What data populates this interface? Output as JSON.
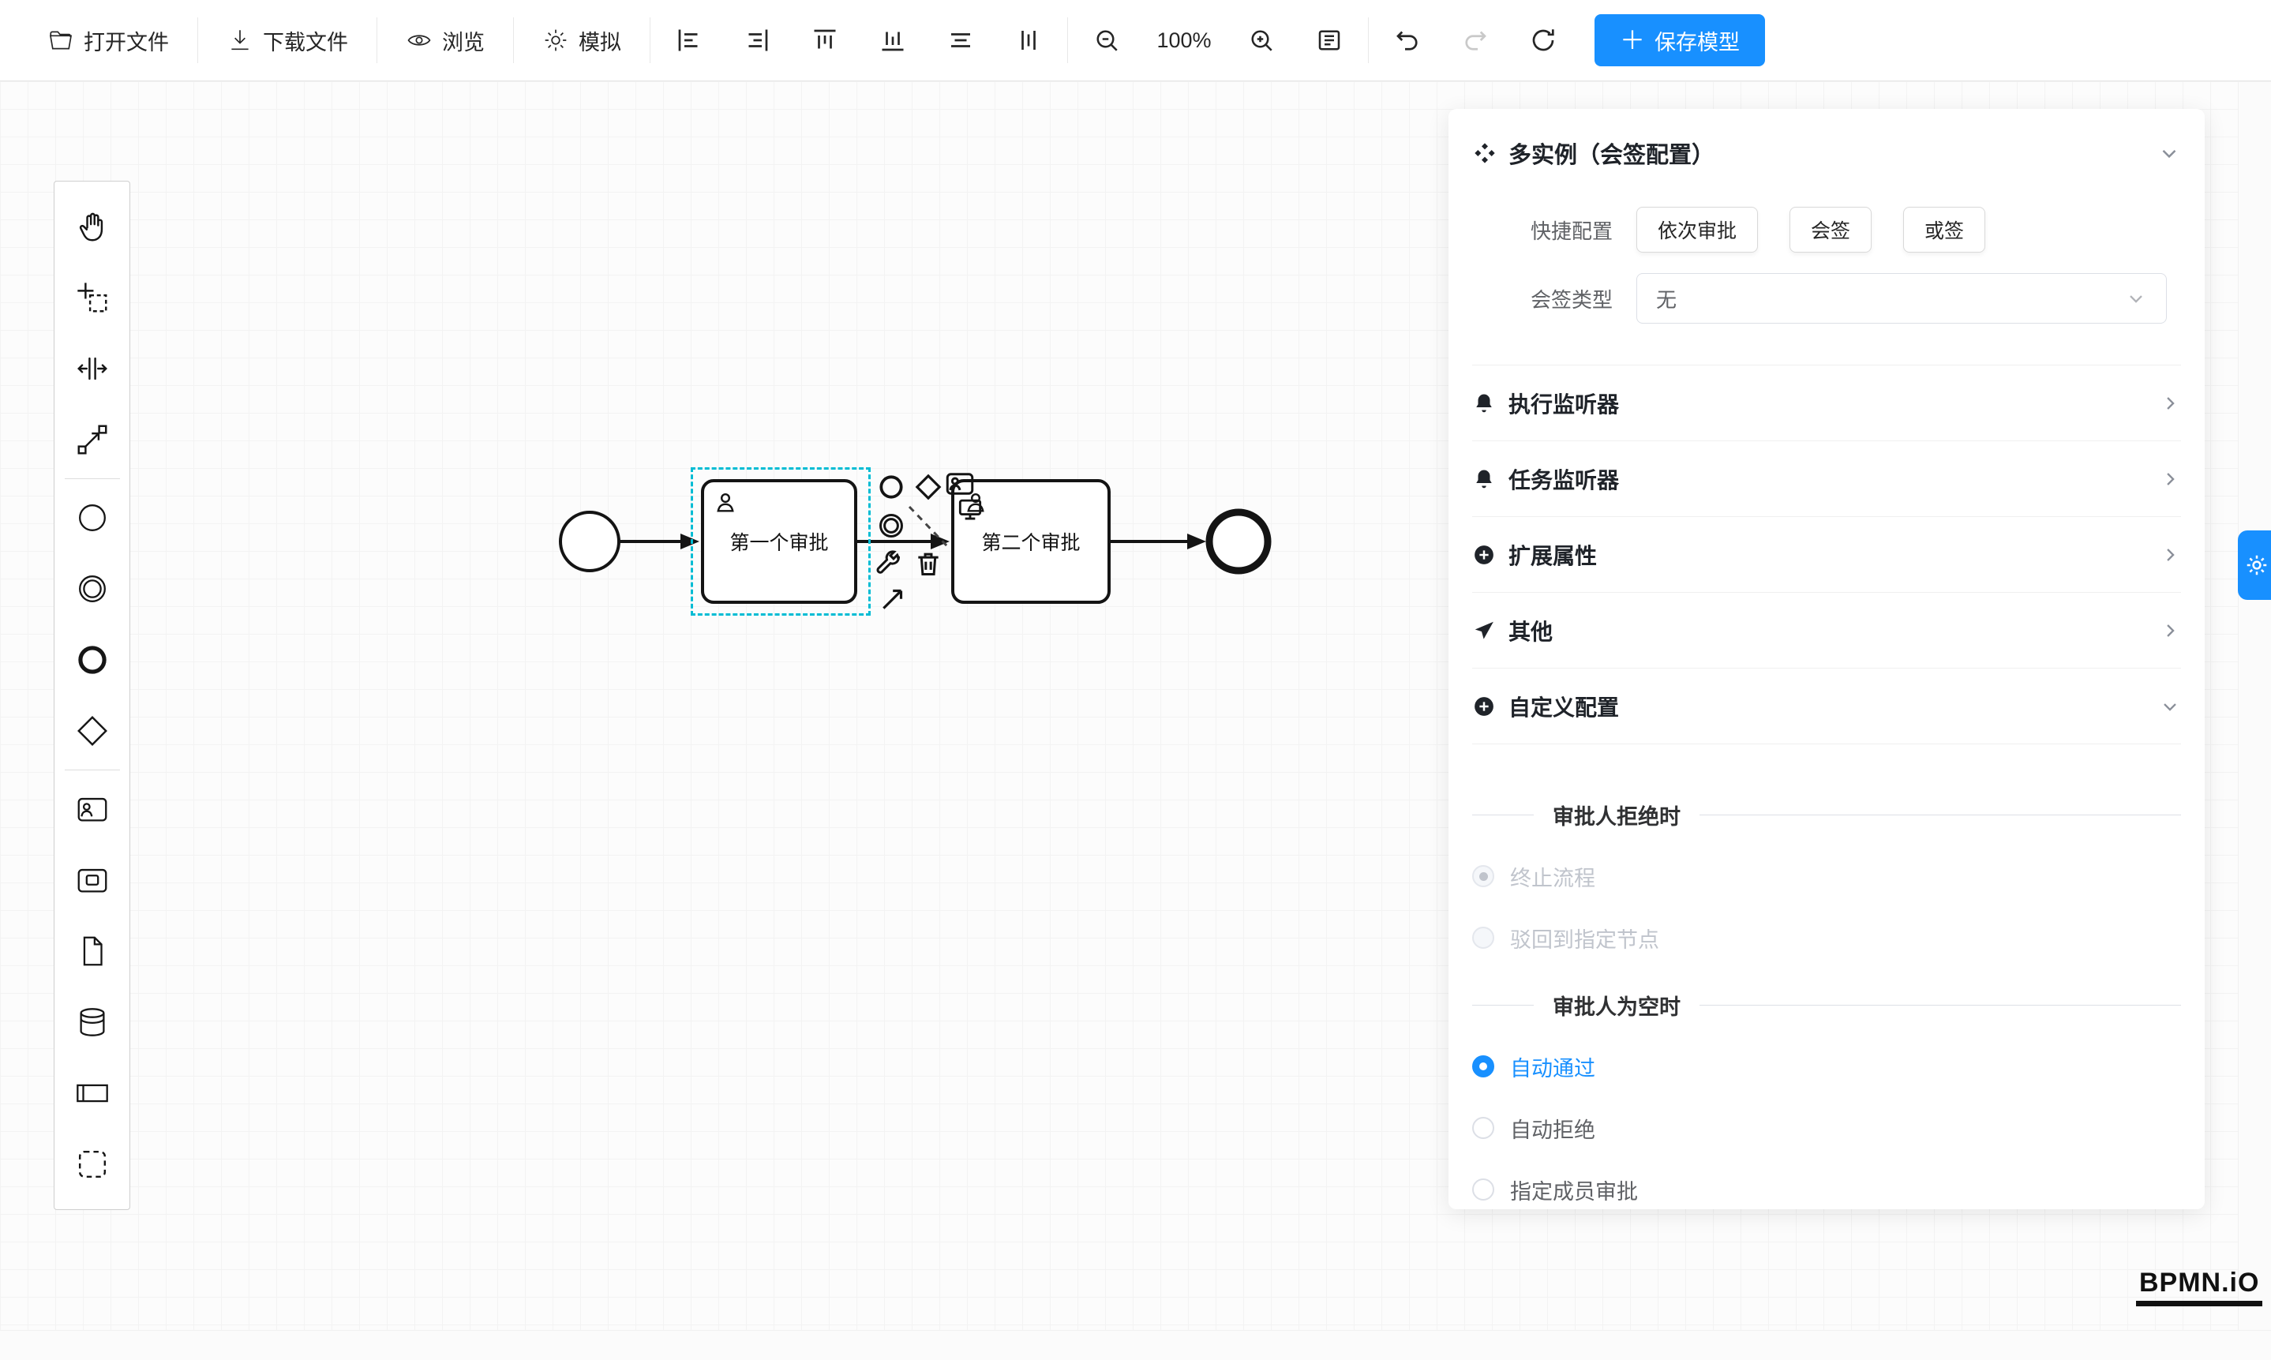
{
  "toolbar": {
    "open_file": "打开文件",
    "download_file": "下载文件",
    "preview": "浏览",
    "simulate": "模拟",
    "zoom_level": "100%",
    "save_model": "保存模型"
  },
  "palette": {
    "items": [
      "hand-tool",
      "lasso-tool",
      "space-tool",
      "global-connect-tool",
      "start-event",
      "intermediate-event",
      "end-event",
      "gateway",
      "user-task",
      "sub-process",
      "data-object",
      "data-store",
      "participant",
      "group"
    ]
  },
  "canvas": {
    "task1_label": "第一个审批",
    "task2_label": "第二个审批"
  },
  "panel": {
    "title": "多实例（会签配置）",
    "quick_config_label": "快捷配置",
    "quick_options": [
      "依次审批",
      "会签",
      "或签"
    ],
    "sign_type_label": "会签类型",
    "sign_type_value": "无",
    "sections": [
      {
        "label": "执行监听器",
        "icon": "bell-icon"
      },
      {
        "label": "任务监听器",
        "icon": "bell-icon"
      },
      {
        "label": "扩展属性",
        "icon": "plus-circle-icon"
      },
      {
        "label": "其他",
        "icon": "send-icon"
      },
      {
        "label": "自定义配置",
        "icon": "plus-circle-icon"
      }
    ],
    "custom": {
      "reject_divider": "审批人拒绝时",
      "reject_options": [
        {
          "label": "终止流程",
          "selected": true,
          "disabled": true
        },
        {
          "label": "驳回到指定节点",
          "selected": false,
          "disabled": true
        }
      ],
      "empty_divider": "审批人为空时",
      "empty_options": [
        {
          "label": "自动通过",
          "selected": true
        },
        {
          "label": "自动拒绝",
          "selected": false
        },
        {
          "label": "指定成员审批",
          "selected": false
        }
      ]
    }
  },
  "icons": {
    "open_file": "folder-open",
    "download_file": "arrow-down-tray",
    "preview": "eye",
    "simulate": "gear",
    "zoom_out": "magnifier-minus",
    "zoom_in": "magnifier-plus",
    "fit": "viewport-square",
    "undo": "arrow-undo",
    "redo": "arrow-redo",
    "refresh": "arrows-cycle",
    "settings_tab": "gear"
  },
  "colors": {
    "accent": "#1890ff",
    "selection": "#00bcd4",
    "shape_stroke": "#141414"
  },
  "logo": "BPMN.iO"
}
